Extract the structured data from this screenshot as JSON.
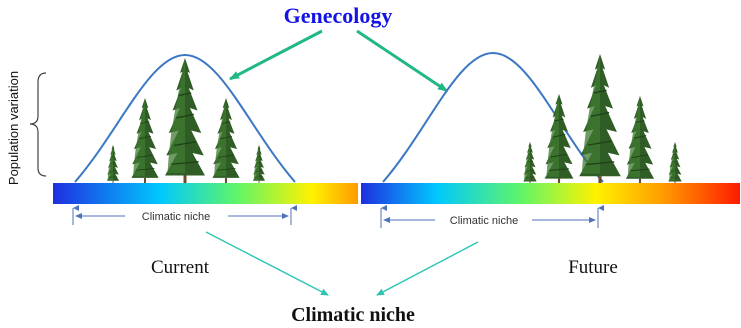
{
  "title": "Genecology",
  "y_axis_label": "Population variation",
  "panels": [
    {
      "niche_label": "Climatic niche",
      "period_label": "Current"
    },
    {
      "niche_label": "Climatic niche",
      "period_label": "Future"
    }
  ],
  "bottom_title": "Climatic niche",
  "colors": {
    "title": "#1414e6",
    "curve": "#3b78c4",
    "arrow_green": "#1fb886",
    "arrow_teal": "#2cc6b0",
    "niche_arrow": "#4f72b8",
    "gradient": [
      "#1f2fe0",
      "#00c8ff",
      "#5ef56a",
      "#fff200",
      "#ff9a00",
      "#ff1a00"
    ]
  },
  "icons": [
    "pine-tree-icon"
  ]
}
